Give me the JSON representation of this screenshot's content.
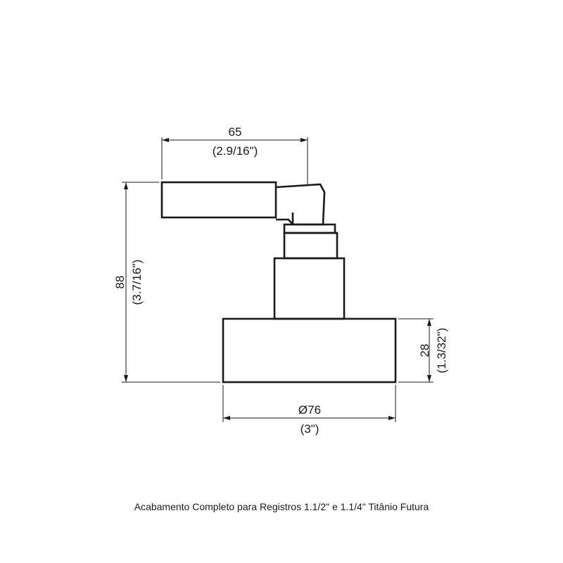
{
  "dimensions": {
    "handle_length": {
      "value": "65",
      "inch": "(2.9/16\")"
    },
    "total_height": {
      "value": "88",
      "inch": "(3.7/16\")"
    },
    "base_height": {
      "value": "28",
      "inch": "(1.3/32\")"
    },
    "base_diameter": {
      "value": "Ø76",
      "inch": "(3\")"
    }
  },
  "caption": "Acabamento Completo para Registros 1.1/2\" e 1.1/4\" Titânio Futura",
  "colors": {
    "line": "#1a1a1a",
    "background": "#ffffff"
  }
}
